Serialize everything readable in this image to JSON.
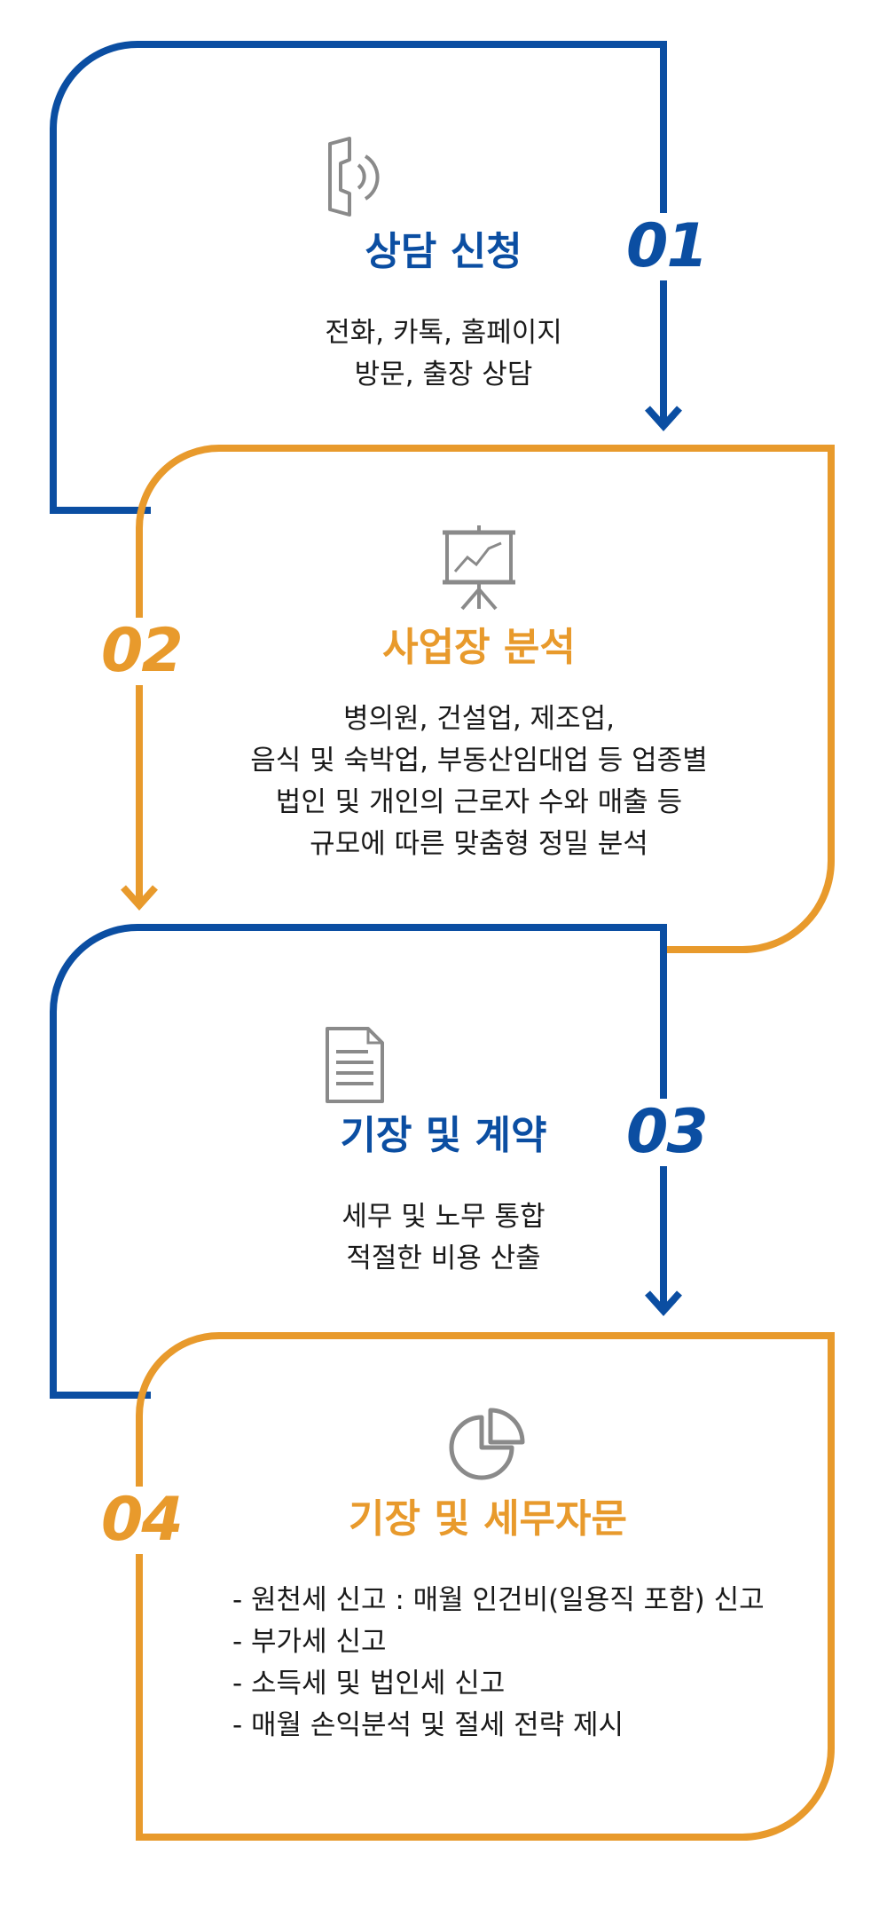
{
  "colors": {
    "blue": "#0b4ea2",
    "orange": "#e89a2c",
    "icon_gray": "#8a8a8a",
    "text": "#1a1a1a"
  },
  "steps": [
    {
      "number": "01",
      "icon": "phone-icon",
      "title": "상담 신청",
      "lines": [
        "전화, 카톡, 홈페이지",
        "방문, 출장 상담"
      ]
    },
    {
      "number": "02",
      "icon": "presentation-chart-icon",
      "title": "사업장 분석",
      "lines": [
        "병의원, 건설업, 제조업,",
        "음식 및 숙박업, 부동산임대업 등 업종별",
        "법인 및 개인의 근로자 수와 매출 등",
        "규모에 따른 맞춤형 정밀 분석"
      ]
    },
    {
      "number": "03",
      "icon": "document-icon",
      "title": "기장 및 계약",
      "lines": [
        "세무 및 노무 통합",
        "적절한 비용 산출"
      ]
    },
    {
      "number": "04",
      "icon": "pie-chart-icon",
      "title": "기장 및 세무자문",
      "lines": [
        "- 원천세 신고 : 매월 인건비(일용직 포함) 신고",
        "- 부가세 신고",
        "- 소득세 및 법인세 신고",
        "- 매월 손익분석 및 절세 전략 제시"
      ]
    }
  ]
}
